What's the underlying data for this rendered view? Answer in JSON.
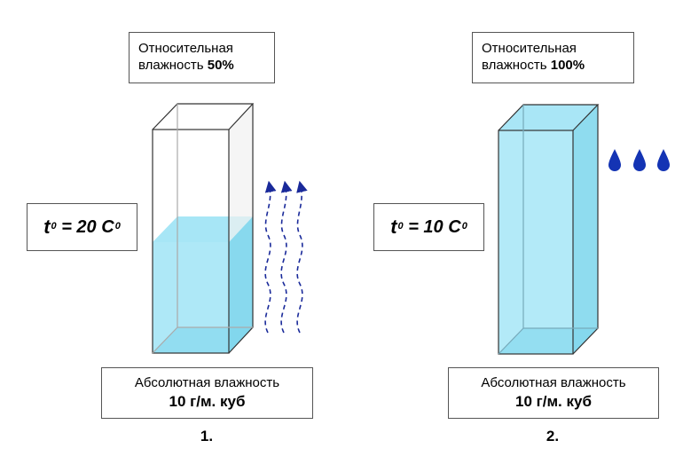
{
  "panel1": {
    "relative_label": "Относительная",
    "relative_value": "влажность",
    "relative_percent": "50%",
    "temp_symbol": "t",
    "temp_sup": "0",
    "temp_text": " = 20 С",
    "temp_unit_sup": "0",
    "absolute_label": "Абсолютная влажность",
    "absolute_value": "10 г/м. куб",
    "number": "1."
  },
  "panel2": {
    "relative_label": "Относительная",
    "relative_value": "влажность",
    "relative_percent": "100%",
    "temp_symbol": "t",
    "temp_sup": "0",
    "temp_text": " = 10 С",
    "temp_unit_sup": "0",
    "absolute_label": "Абсолютная влажность",
    "absolute_value": "10 г/м. куб",
    "number": "2."
  },
  "colors": {
    "water": "#9fe3f5",
    "water_front": "#b8ecf9",
    "arrows": "#1a2a9a",
    "drops": "#1434b4"
  },
  "icons": [
    "evaporation-arrows-icon",
    "water-drop-icon"
  ]
}
